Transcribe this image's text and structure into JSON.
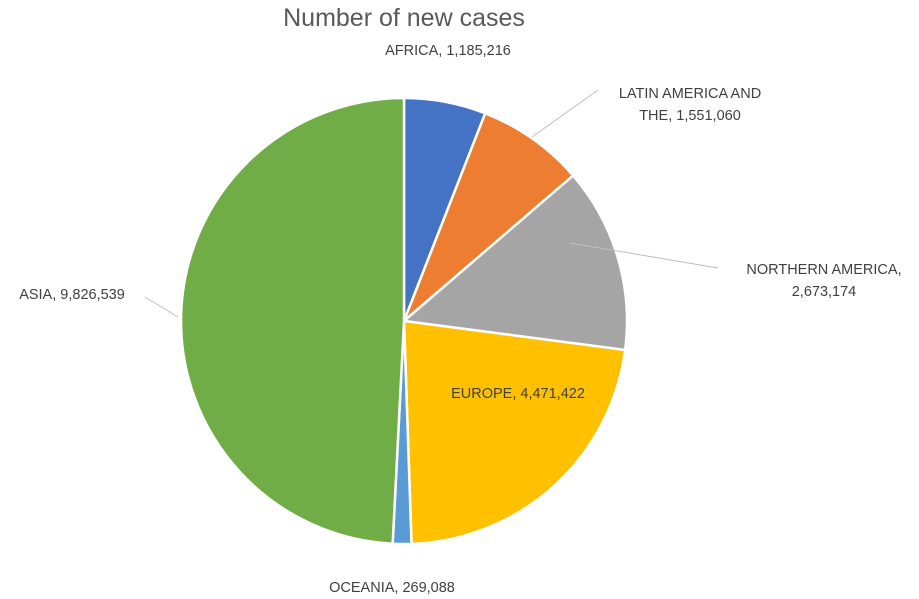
{
  "chart_data": {
    "type": "pie",
    "title": "Number of new cases",
    "slices": [
      {
        "label": "AFRICA, 1,185,216",
        "value": 1185216,
        "color": "#4472c4"
      },
      {
        "label": "LATIN AMERICA AND THE, 1,551,060",
        "label_lines": [
          "LATIN AMERICA AND",
          "THE, 1,551,060"
        ],
        "value": 1551060,
        "color": "#ed7d31"
      },
      {
        "label": "NORTHERN AMERICA, 2,673,174",
        "label_lines": [
          "NORTHERN AMERICA,",
          "2,673,174"
        ],
        "value": 2673174,
        "color": "#a5a5a5"
      },
      {
        "label": "EUROPE, 4,471,422",
        "value": 4471422,
        "color": "#ffc000"
      },
      {
        "label": "OCEANIA, 269,088",
        "value": 269088,
        "color": "#5b9bd5"
      },
      {
        "label": "ASIA, 9,826,539",
        "value": 9826539,
        "color": "#70ad47"
      }
    ]
  }
}
